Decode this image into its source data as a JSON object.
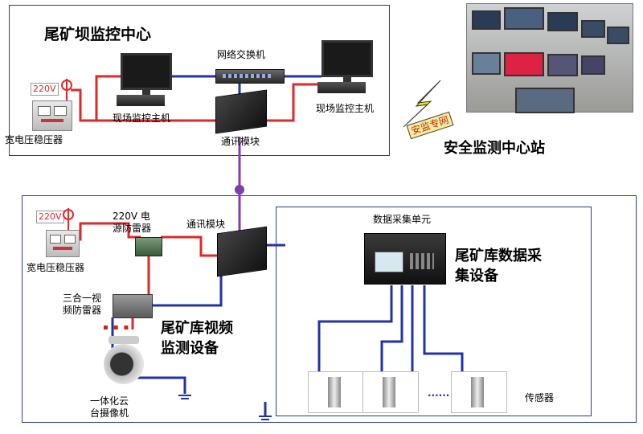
{
  "center": {
    "title": "尾矿坝监控中心",
    "switch_label": "网络交换机",
    "host_left_label": "现场监控主机",
    "host_right_label": "现场监控主机",
    "regulator_label": "宽电压稳压器",
    "comm_label": "通讯模块",
    "power_tag": "220V"
  },
  "network": {
    "tag": "安监专网",
    "station_label": "安全监测中心站"
  },
  "site": {
    "power_tag": "220V",
    "regulator_label": "宽电压稳压器",
    "lightning_label": "220V 电\n源防雷器",
    "comm_label": "通讯模块",
    "video_lightning_label": "三合一视\n频防雷器",
    "camera_label": "一体化云\n台摄像机",
    "video_title": "尾矿库视频\n监测设备",
    "daq_unit_label": "数据采集单元",
    "daq_title": "尾矿库数据采\n集设备",
    "sensor_label": "传感器",
    "dots": "......"
  },
  "colors": {
    "red_wire": "#e0282a",
    "blue_wire": "#2233aa",
    "purple_wire": "#7b3fb0",
    "box_border": "#2b3a8f"
  }
}
